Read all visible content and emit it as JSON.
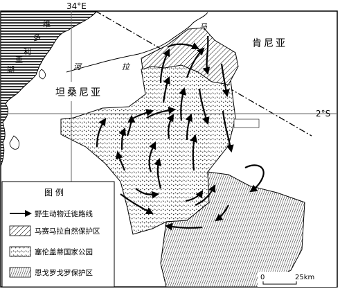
{
  "graticule": {
    "longitude_label": "34°E",
    "latitude_label": "2°S"
  },
  "place_labels": {
    "lake_victoria": [
      "维",
      "多",
      "利",
      "亚",
      "湖"
    ],
    "kenya": "肯尼亚",
    "tanzania": "坦桑尼亚",
    "mara_river": [
      "马",
      "河",
      "拉"
    ]
  },
  "legend": {
    "title": "图  例",
    "items": [
      {
        "label": "野生动物迁徙路线",
        "symbol": "arrow"
      },
      {
        "label": "马赛马拉自然保护区",
        "symbol": "diagonal-hatch"
      },
      {
        "label": "塞伦盖蒂国家公园",
        "symbol": "dotted-texture"
      },
      {
        "label": "恩戈罗戈罗保护区",
        "symbol": "vertical-hatch"
      }
    ]
  },
  "scale_bar": {
    "zero_label": "0",
    "distance_label": "25km"
  },
  "colors": {
    "ink": "#000000",
    "paper": "#ffffff",
    "graticule": "#666666"
  }
}
